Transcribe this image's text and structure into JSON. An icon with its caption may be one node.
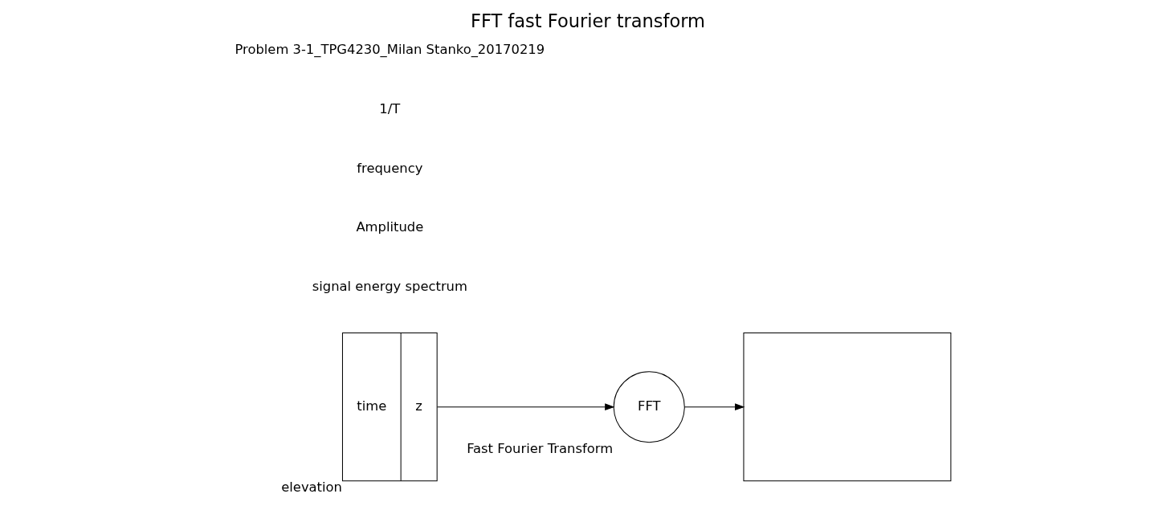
{
  "diagram": {
    "title": "FFT fast Fourier transform",
    "nodes": [
      {
        "text": [
          "time",
          "z"
        ],
        "beside": [
          "elevation"
        ]
      },
      {
        "text": [
          "FFT"
        ],
        "beside": [
          "Fast Fourier Transform"
        ]
      },
      {
        "text": [],
        "shape": "box"
      }
    ],
    "edges": [
      {
        "from": 0,
        "to": 1,
        "arrow": "to"
      },
      {
        "from": 1,
        "to": 2,
        "arrow": "to"
      }
    ],
    "labels": [
      "signal energy spectrum",
      "Amplitude",
      "frequency",
      "1/T",
      "Problem 3-1_TPG4230_Milan Stanko_20170219"
    ]
  }
}
